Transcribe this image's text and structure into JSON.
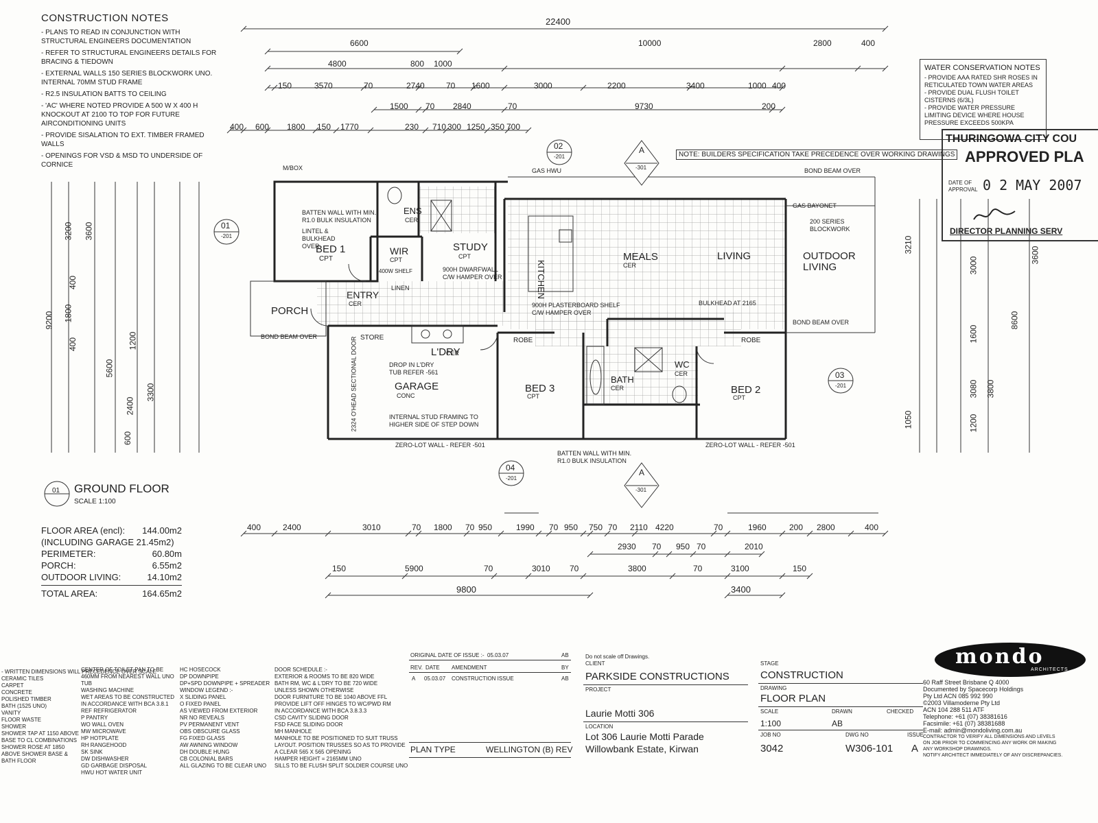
{
  "construction_notes": {
    "title": "CONSTRUCTION NOTES",
    "items": [
      "- PLANS TO READ IN CONJUNCTION WITH STRUCTURAL ENGINEERS DOCUMENTATION",
      "- REFER TO STRUCTURAL ENGINEERS DETAILS FOR BRACING & TIEDOWN",
      "- EXTERNAL WALLS 150 SERIES BLOCKWORK UNO. INTERNAL 70mm STUD FRAME",
      "- R2.5 INSULATION BATTS TO CEILING",
      "- 'AC' WHERE NOTED PROVIDE A 500 W x 400 H KNOCKOUT AT 2100 TO TOP FOR FUTURE AIRCONDITIONING UNITS",
      "- PROVIDE SISALATION TO EXT. TIMBER FRAMED WALLS",
      "- OPENINGS FOR VSD & MSD TO UNDERSIDE OF CORNICE"
    ]
  },
  "water_notes": {
    "title": "WATER CONSERVATION NOTES",
    "items": [
      "- PROVIDE AAA RATED SHR ROSES IN RETICULATED TOWN WATER AREAS",
      "- PROVIDE DUAL FLUSH TOILET CISTERNS (6/3L)",
      "- PROVIDE WATER PRESSURE LIMITING DEVICE WHERE HOUSE PRESSURE EXCEEDS 500kPa"
    ]
  },
  "stamp": {
    "council": "THURINGOWA CITY COU",
    "approved": "APPROVED PLA",
    "date_label": "DATE OF APPROVAL",
    "date": "0 2 MAY 2007",
    "director": "DIRECTOR PLANNING SERV"
  },
  "top_dims": {
    "overall": "22400",
    "row1": [
      "6600",
      "10000",
      "2800",
      "400"
    ],
    "row2": [
      "4800",
      "800",
      "1000"
    ],
    "row3": [
      "150",
      "3570",
      "70",
      "2740",
      "70",
      "1600",
      "3000",
      "2200",
      "3400",
      "1000",
      "400"
    ],
    "row4": [
      "1500",
      "70",
      "2840",
      "70",
      "9730",
      "200"
    ],
    "row5": [
      "400",
      "600",
      "1800",
      "150",
      "1770",
      "230",
      "710",
      "300",
      "1250",
      "350",
      "700"
    ]
  },
  "plan_note": "NOTE: BUILDERS SPECIFICATION TAKE PRECEDENCE OVER WORKING DRAWINGS",
  "rooms": {
    "bed1": "BED 1",
    "bed1_floor": "CPT",
    "ens": "ENS",
    "ens_floor": "CER",
    "wir": "WIR",
    "wir_floor": "CPT",
    "study": "STUDY",
    "study_floor": "CPT",
    "kitchen": "KITCHEN",
    "meals": "MEALS",
    "meals_floor": "CER",
    "living": "LIVING",
    "outdoor": "OUTDOOR LIVING",
    "porch": "PORCH",
    "entry": "ENTRY",
    "entry_floor": "CER",
    "garage": "GARAGE",
    "garage_floor": "CONC",
    "store": "STORE",
    "ldry": "L'DRY",
    "ldry_floor": "CER",
    "bed3": "BED 3",
    "bed3_floor": "CPT",
    "bath": "BATH",
    "bath_floor": "CER",
    "wc": "WC",
    "wc_floor": "CER",
    "bed2": "BED 2",
    "bed2_floor": "CPT",
    "robe": "ROBE",
    "linen": "LINEN"
  },
  "plan_labels": {
    "bond_beam_over": "BOND BEAM OVER",
    "zero_lot": "ZERO-LOT WALL - REFER -501",
    "batten_wall": "BATTEN WALL WITH MIN. R1.0 BULK INSULATION",
    "internal_stud": "INTERNAL STUD FRAMING TO HIGHER SIDE OF STEP DOWN",
    "dwarfwall": "900H DWARFWALL C/W HAMPER OVER",
    "plaster_shelf": "900H PLASTERBOARD SHELF C/W HAMPER OVER",
    "bulkhead": "BULKHEAD AT 2165",
    "gas_bayonet": "GAS BAYONET",
    "blockwork": "200 SERIES BLOCKWORK",
    "lintel": "LINTEL & BULKHEAD OVER",
    "drop_tub": "DROP IN L'DRY TUB REFER -561",
    "gas_hwu": "GAS HWU",
    "shelf": "400W SHELF",
    "sectional_door": "2324 O'HEAD SECTIONAL DOOR",
    "mbox": "M/BOX"
  },
  "markers": [
    {
      "num": "01",
      "ref": "-201"
    },
    {
      "num": "02",
      "ref": "-201"
    },
    {
      "num": "03",
      "ref": "-201"
    },
    {
      "num": "04",
      "ref": "-201"
    },
    {
      "num": "A",
      "ref": "-301"
    }
  ],
  "ground_floor": {
    "num": "01",
    "title": "GROUND FLOOR",
    "scale": "SCALE 1:100"
  },
  "areas": [
    {
      "label": "FLOOR AREA (encl):",
      "value": "144.00m2"
    },
    {
      "label": "(INCLUDING GARAGE 21.45m2)",
      "value": ""
    },
    {
      "label": "PERIMETER:",
      "value": "60.80m"
    },
    {
      "label": "PORCH:",
      "value": "6.55m2"
    },
    {
      "label": "OUTDOOR LIVING:",
      "value": "14.10m2"
    },
    {
      "label": "TOTAL AREA:",
      "value": "164.65m2"
    }
  ],
  "bottom_dims": {
    "row1": [
      "400",
      "2400",
      "3010",
      "70",
      "1800",
      "70",
      "950",
      "1990",
      "70",
      "950",
      "750",
      "70",
      "2110",
      "4220",
      "70",
      "1960",
      "200",
      "2800",
      "400"
    ],
    "row2": [
      "150",
      "5900",
      "70",
      "3010",
      "70",
      "3800",
      "70",
      "3100",
      "150"
    ],
    "row3": [
      "2930",
      "70",
      "950",
      "70",
      "2010"
    ],
    "overall": [
      "9800",
      "3400"
    ]
  },
  "left_dims": {
    "col1": [
      "9200"
    ],
    "col2": [
      "3200",
      "1800",
      "5600",
      "2400"
    ],
    "col3": [
      "3600",
      "400",
      "1200",
      "400",
      "600",
      "3300"
    ]
  },
  "right_dims": [
    "3210",
    "3000",
    "8600",
    "3600",
    "1600",
    "3080",
    "3800",
    "1200",
    "1050"
  ],
  "legend": {
    "col1": [
      "- WRITTEN DIMENSIONS WILL PRECEDENCE OVER SCALE",
      "CERAMIC TILES",
      "CARPET",
      "CONCRETE",
      "POLISHED TIMBER",
      "BATH (1525 UNO)",
      "VANITY",
      "FLOOR WASTE",
      "SHOWER",
      "SHOWER TAP AT 1150 ABOVE",
      "BASE TO CL COMBINATIONS",
      "SHOWER ROSE AT 1850",
      "ABOVE SHOWER BASE &",
      "BATH FLOOR"
    ],
    "col2": [
      "CENTER OF TOILET PAN TO BE",
      "460mm FROM NEAREST WALL UNO",
      "TUB",
      "WASHING MACHINE",
      "WET AREAS TO BE CONSTRUCTED",
      "IN ACCORDANCE WITH BCA 3.8.1",
      "REF  REFRIGERATOR",
      "P  PANTRY",
      "WO  WALL OVEN",
      "MW  MICROWAVE",
      "HP  HOTPLATE",
      "RH  RANGEHOOD",
      "SK  SINK",
      "DW  DISHWASHER",
      "GD  GARBAGE DISPOSAL",
      "HWU  HOT WATER UNIT"
    ],
    "col3": [
      "HC  HOSECOCK",
      "DP  DOWNPIPE",
      "DP+SPD DOWNPIPE + SPREADER",
      "WINDOW LEGEND :-",
      "X  SLIDING PANEL",
      "O  FIXED PANEL",
      "AS VIEWED FROM EXTERIOR",
      "NR  NO REVEALS",
      "PV  PERMANENT VENT",
      "OBS  OBSCURE GLASS",
      "FG  FIXED GLASS",
      "AW  AWNING WINDOW",
      "DH  DOUBLE HUNG",
      "CB  COLONIAL BARS",
      "ALL GLAZING TO BE CLEAR UNO"
    ],
    "col4": [
      "DOOR SCHEDULE :-",
      "EXTERIOR & ROOMS TO BE 820 WIDE",
      "BATH RM, WC & L'DRY TO BE 720 WIDE",
      "UNLESS SHOWN OTHERWISE",
      "DOOR FURNITURE TO BE 1040 ABOVE FFL",
      "PROVIDE LIFT OFF HINGES TO WC/PWD RM",
      "IN ACCORDANCE WITH BCA 3.8.3.3",
      "CSD  CAVITY SLIDING DOOR",
      "FSD  FACE SLIDING DOOR",
      "MH  MANHOLE",
      "MANHOLE TO BE POSITIONED TO SUIT TRUSS",
      "LAYOUT. POSITION TRUSSES SO AS TO PROVIDE",
      "A CLEAR 565 x 565 OPENING",
      "HAMPER HEIGHT = 2165mm UNO",
      "SILLS TO BE FLUSH SPLIT SOLDIER COURSE UNO"
    ]
  },
  "title_block": {
    "orig_issue_label": "ORIGINAL DATE OF ISSUE :-",
    "orig_issue_date": "05.03.07",
    "ab": "AB",
    "rev_header": [
      "REV.",
      "DATE",
      "AMENDMENT",
      "BY"
    ],
    "rev_row": [
      "A",
      "05.03.07",
      "CONSTRUCTION ISSUE",
      "AB"
    ],
    "plan_type_label": "PLAN TYPE",
    "plan_type": "WELLINGTON (B) REV",
    "do_not_scale": "Do not scale off Drawings.",
    "client_label": "CLIENT",
    "client": "PARKSIDE CONSTRUCTIONS",
    "project_label": "PROJECT",
    "project": "Laurie Motti 306",
    "location_label": "LOCATION",
    "location1": "Lot 306 Laurie Motti Parade",
    "location2": "Willowbank Estate, Kirwan",
    "stage_label": "STAGE",
    "stage": "CONSTRUCTION",
    "drawing_label": "DRAWING",
    "drawing": "FLOOR PLAN",
    "scale_label": "SCALE",
    "scale": "1:100",
    "drawn_label": "DRAWN",
    "drawn": "AB",
    "checked_label": "CHECKED",
    "job_label": "JOB NO",
    "job": "3042",
    "dwg_label": "DWG NO",
    "dwg": "W306-101",
    "issue_label": "ISSUE",
    "issue": "A"
  },
  "firm": {
    "logo": "mondo",
    "logo_sub": "ARCHITECTS",
    "lines": [
      "60 Raff Street Brisbane Q 4000",
      "Documented by Spacecorp Holdings",
      "Pty Ltd ACN 085 992 990",
      "©2003 Villamoderne Pty Ltd",
      "ACN 104 288 511 ATF",
      "Telephone: +61 (07) 38381616",
      "Facsimile: +61 (07) 38381688",
      "E-mail: admin@mondoliving.com.au",
      "CONTRACTOR TO VERIFY ALL DIMENSIONS AND LEVELS",
      "ON JOB PRIOR TO COMMENCING ANY WORK OR MAKING",
      "ANY WORKSHOP DRAWINGS.",
      "NOTIFY ARCHITECT IMMEDIATELY OF ANY DISCREPANCIES."
    ]
  },
  "colors": {
    "ink": "#222222",
    "paper": "#fdfdfb",
    "tile": "#9a9a9a"
  }
}
